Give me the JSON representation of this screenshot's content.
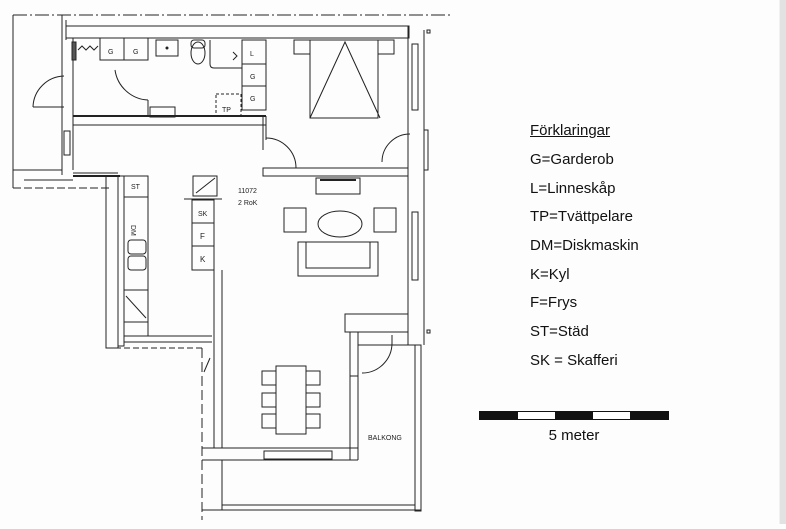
{
  "plan": {
    "apartment_id": "11072",
    "apartment_type": "2 RoK",
    "balcony_label": "BALKONG",
    "room_labels": {
      "wardrobe_1": "G",
      "wardrobe_2": "G",
      "linen": "L",
      "wardrobe_3": "G",
      "wardrobe_4": "G",
      "washer_tower": "TP",
      "cleaning": "ST",
      "dishwasher": "DM",
      "pantry": "SK",
      "freezer": "F",
      "fridge": "K"
    }
  },
  "legend": {
    "title": "Förklaringar",
    "items": [
      "G=Garderob",
      "L=Linneskåp",
      "TP=Tvättpelare",
      "DM=Diskmaskin",
      "K=Kyl",
      "F=Frys",
      "ST=Städ",
      "SK = Skafferi"
    ]
  },
  "scale": {
    "label": "5 meter",
    "segments": [
      "#111111",
      "#ffffff",
      "#111111",
      "#ffffff",
      "#111111"
    ]
  },
  "colors": {
    "line": "#222222",
    "background": "#fdfdfd",
    "scrollbar": "#e2e2e2"
  }
}
